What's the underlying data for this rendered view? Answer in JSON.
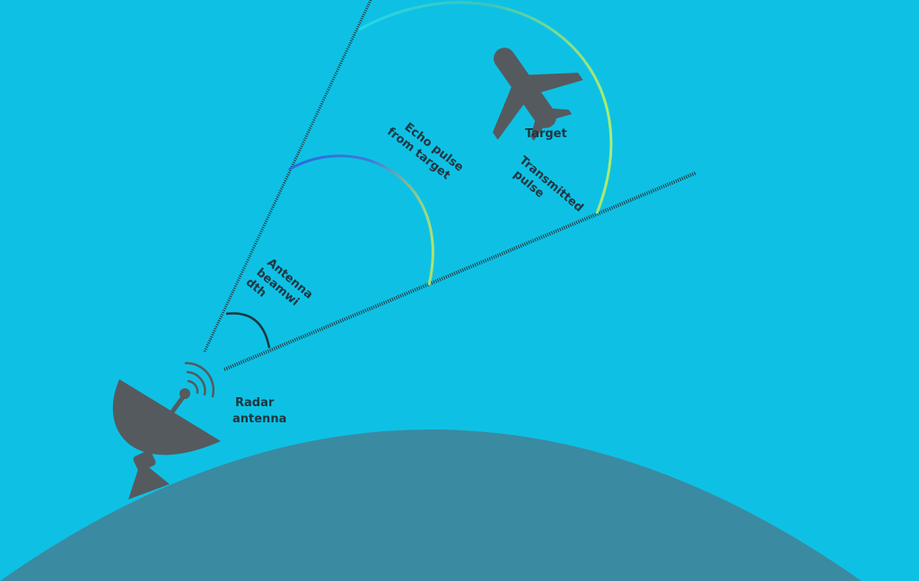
{
  "colors": {
    "sky": "#0ec1e4",
    "ground": "#3a8aa2",
    "ink": "#555a5f",
    "label": "#1e3540",
    "echo_gradient": [
      "#2a68e0",
      "#b8ef68"
    ],
    "transmit_gradient": [
      "#27d6e8",
      "#b8ef68"
    ]
  },
  "labels": {
    "echo_line1": "Echo pulse",
    "echo_line2": "from target",
    "target": "Target",
    "transmitted_line1": "Transmitted",
    "transmitted_line2": "pulse",
    "beamwidth_line1": "Antenna",
    "beamwidth_line2": "beamwi",
    "beamwidth_line3": "dth",
    "radar_line1": "Radar",
    "radar_line2": "antenna"
  },
  "icons": {
    "aircraft": "airplane-icon",
    "antenna": "satellite-dish-icon",
    "signal": "signal-waves-icon"
  }
}
